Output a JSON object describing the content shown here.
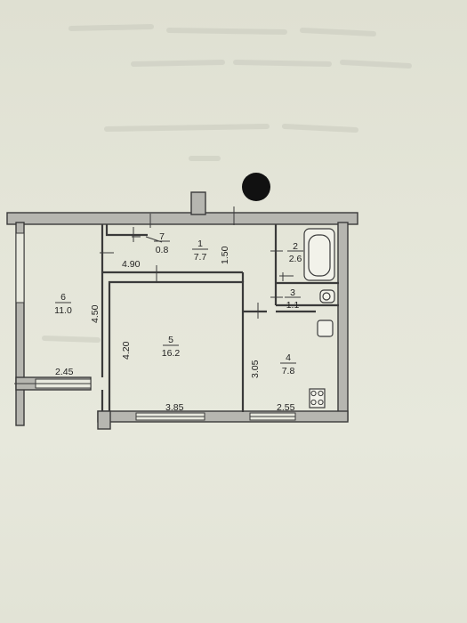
{
  "rooms": [
    {
      "id": "1",
      "area": "7.7"
    },
    {
      "id": "2",
      "area": "2.6"
    },
    {
      "id": "3",
      "area": "1.1"
    },
    {
      "id": "4",
      "area": "7.8"
    },
    {
      "id": "5",
      "area": "16.2"
    },
    {
      "id": "6",
      "area": "11.0"
    },
    {
      "id": "7",
      "area": "0.8"
    }
  ],
  "dimensions": {
    "d_490": "4.90",
    "d_150": "1.50",
    "d_450": "4.50",
    "d_420": "4.20",
    "d_305": "3.05",
    "d_245": "2.45",
    "d_385": "3.85",
    "d_255": "2.55"
  }
}
